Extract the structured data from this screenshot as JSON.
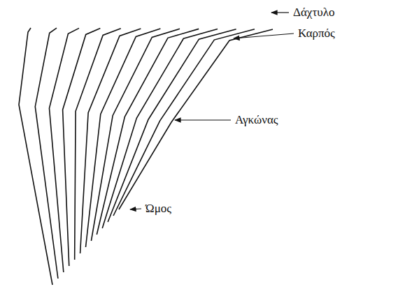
{
  "diagram": {
    "labels": [
      "Δάχτυλο",
      "Καρπός",
      "Αγκώνας",
      "Ώμος"
    ]
  }
}
